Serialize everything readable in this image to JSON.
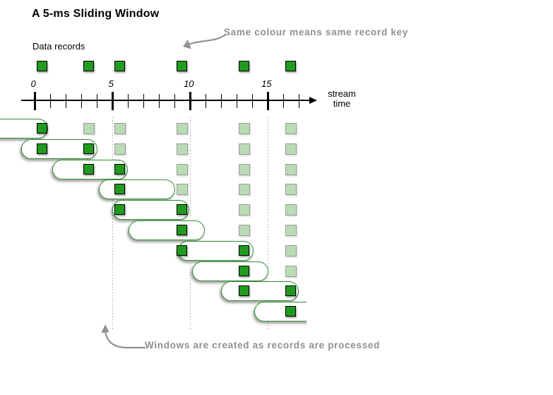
{
  "title": "A 5-ms Sliding Window",
  "labels": {
    "data_records": "Data records",
    "stream_time_lines": [
      "stream",
      "time"
    ]
  },
  "annotations": {
    "same_colour": "Same colour means same record key",
    "windows_created": "Windows are created as records are processed"
  },
  "colors": {
    "record_fill": "#209a1f",
    "record_border": "#000000",
    "future_record_fill": "#b9dcb4",
    "future_record_border": "#9b9b9b",
    "window_border": "#2e8d2e",
    "window_fill": "#ffffff",
    "guideline": "#ababab",
    "annotation_gray": "#8f8f8f",
    "axis": "#000000"
  },
  "chart_data": {
    "type": "diagram",
    "diagram": "sliding-window-timeline",
    "window_size_ms": 5,
    "time_axis": {
      "unit": "ms",
      "tick_start_ms": 0,
      "tick_end_ms": 17,
      "tick_step_ms": 1,
      "labeled_ticks": [
        {
          "ms": 0,
          "label": "0"
        },
        {
          "ms": 5,
          "label": "5"
        },
        {
          "ms": 10,
          "label": "10"
        },
        {
          "ms": 15,
          "label": "15"
        }
      ]
    },
    "records_ms": [
      0.5,
      3.5,
      5.5,
      9.5,
      13.5,
      16.5
    ],
    "guidelines_ms": [
      5,
      10,
      15
    ],
    "windows": [
      {
        "start_ms": -4.2,
        "end_ms": 0.85
      },
      {
        "start_ms": -0.9,
        "end_ms": 4.05
      },
      {
        "start_ms": 1.1,
        "end_ms": 6.0
      },
      {
        "start_ms": 4.1,
        "end_ms": 9.05
      },
      {
        "start_ms": 5.0,
        "end_ms": 9.95
      },
      {
        "start_ms": 6.05,
        "end_ms": 10.95
      },
      {
        "start_ms": 9.2,
        "end_ms": 14.1
      },
      {
        "start_ms": 10.1,
        "end_ms": 15.05
      },
      {
        "start_ms": 12.0,
        "end_ms": 17.0
      },
      {
        "start_ms": 14.1,
        "end_ms": 19.1,
        "clipped_at_ms": 17.5
      }
    ]
  }
}
